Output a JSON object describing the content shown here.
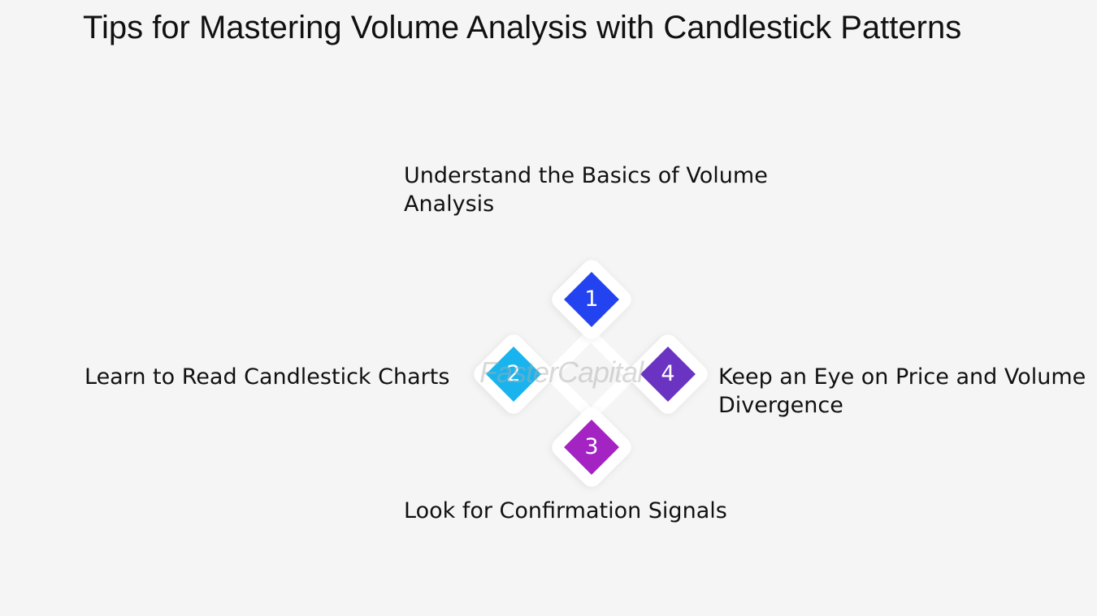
{
  "title": "Tips for Mastering Volume Analysis with Candlestick Patterns",
  "steps": [
    {
      "number": "1",
      "label": "Understand the Basics of Volume Analysis",
      "color": "#2443f0"
    },
    {
      "number": "2",
      "label": "Learn to Read Candlestick Charts",
      "color": "#19b4ee"
    },
    {
      "number": "3",
      "label": "Look for Confirmation Signals",
      "color": "#a324c3"
    },
    {
      "number": "4",
      "label": "Keep an Eye on Price and Volume Divergence",
      "color": "#6a33c2"
    }
  ],
  "watermark": "FasterCapital"
}
